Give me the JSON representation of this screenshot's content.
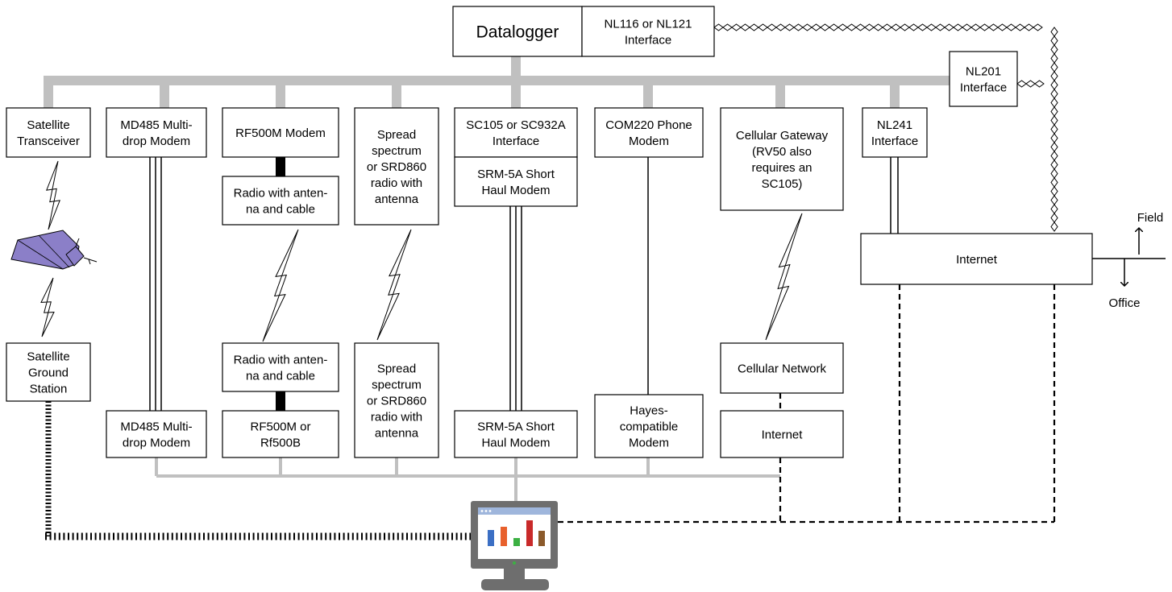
{
  "labels": {
    "datalogger": "Datalogger",
    "nl116": [
      "NL116 or NL121",
      "Interface"
    ],
    "nl201": [
      "NL201",
      "Interface"
    ],
    "satellite_transceiver": [
      "Satellite",
      "Transceiver"
    ],
    "md485_top": [
      "MD485 Multi-",
      "drop Modem"
    ],
    "rf500m_top": [
      "RF500M Modem"
    ],
    "radio_top": [
      "Radio with anten-",
      "na and cable"
    ],
    "spread_top": [
      "Spread",
      "spectrum",
      "or SRD860",
      "radio with",
      "antenna"
    ],
    "sc105": [
      "SC105 or SC932A",
      "Interface"
    ],
    "srm_top": [
      "SRM-5A Short",
      "Haul Modem"
    ],
    "com220": [
      "COM220 Phone",
      "Modem"
    ],
    "cellular_gateway": [
      "Cellular Gateway",
      "(RV50 also",
      "requires an",
      "SC105)"
    ],
    "nl241": [
      "NL241",
      "Interface"
    ],
    "internet_main": [
      "Internet"
    ],
    "field": "Field",
    "office": "Office",
    "satellite_ground": [
      "Satellite",
      "Ground",
      "Station"
    ],
    "radio_bottom": [
      "Radio with anten-",
      "na and cable"
    ],
    "md485_bottom": [
      "MD485 Multi-",
      "drop Modem"
    ],
    "rf500_bottom": [
      "RF500M or",
      "Rf500B"
    ],
    "spread_bottom": [
      "Spread",
      "spectrum",
      "or SRD860",
      "radio with",
      "antenna"
    ],
    "srm_bottom": [
      "SRM-5A Short",
      "Haul Modem"
    ],
    "hayes": [
      "Hayes-",
      "compatible",
      "Modem"
    ],
    "cellular_network": [
      "Cellular Network"
    ],
    "internet_cell": [
      "Internet"
    ]
  },
  "colors": {
    "bus": "#c0c0c0",
    "satellite": "#8b7fc8",
    "monitor_frame": "#6e6e6e",
    "monitor_titlebar": "#9fb6dc",
    "chart_bars": [
      "#3b6fc4",
      "#e8602c",
      "#3cb043",
      "#c92a2a",
      "#8b5a2b"
    ]
  },
  "icons": [
    "satellite-icon",
    "computer-monitor-icon",
    "lightning-bolt-icon",
    "arrow-up-icon",
    "arrow-down-icon"
  ]
}
